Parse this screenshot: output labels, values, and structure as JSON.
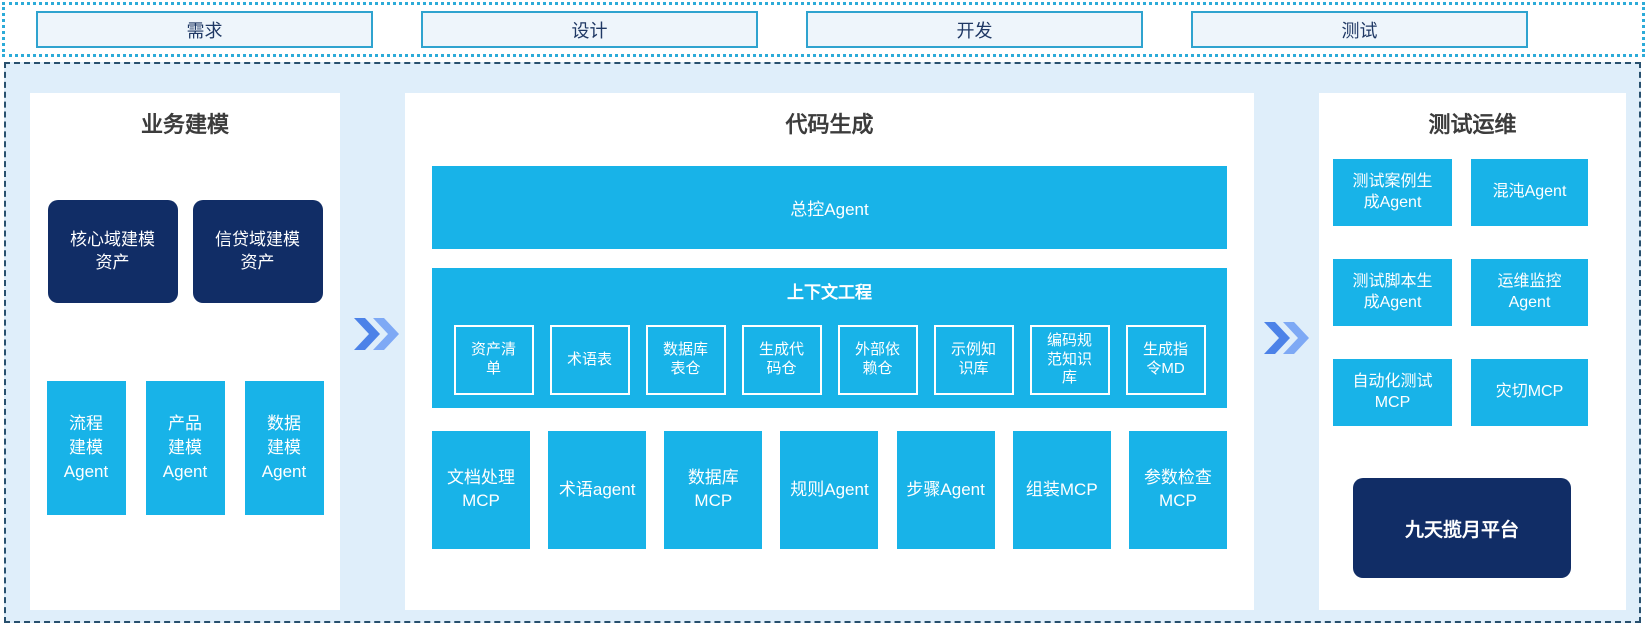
{
  "colors": {
    "cyan_node": "#18b3e8",
    "navy_node": "#112d66",
    "canvas_bg": "#dfeefa",
    "panel_bg": "#ffffff",
    "phase_box_bg": "#eef5fb",
    "phase_box_border": "#2fa3cf",
    "phase_strip_border": "#2cabd8",
    "main_dashed_border": "#28506e",
    "arrow_dark": "#4c82e8",
    "arrow_light": "#7ea9f5"
  },
  "phases": {
    "items": [
      "需求",
      "设计",
      "开发",
      "测试"
    ]
  },
  "business_modeling": {
    "title": "业务建模",
    "assets": [
      "核心域建模\n资产",
      "信贷域建模\n资产"
    ],
    "agents": [
      "流程\n建模\nAgent",
      "产品\n建模\nAgent",
      "数据\n建模\nAgent"
    ]
  },
  "code_generation": {
    "title": "代码生成",
    "master_agent": "总控Agent",
    "context_engineering": {
      "title": "上下文工程",
      "items": [
        "资产清\n单",
        "术语表",
        "数据库\n表仓",
        "生成代\n码仓",
        "外部依\n赖仓",
        "示例知\n识库",
        "编码规\n范知识\n库",
        "生成指\n令MD"
      ]
    },
    "tools": [
      "文档处理\nMCP",
      "术语agent",
      "数据库\nMCP",
      "规则Agent",
      "步骤Agent",
      "组装MCP",
      "参数检查\nMCP"
    ]
  },
  "test_ops": {
    "title": "测试运维",
    "boxes": [
      "测试案例生\n成Agent",
      "混沌Agent",
      "测试脚本生\n成Agent",
      "运维监控\nAgent",
      "自动化测试\nMCP",
      "灾切MCP"
    ],
    "platform": "九天揽月平台"
  }
}
